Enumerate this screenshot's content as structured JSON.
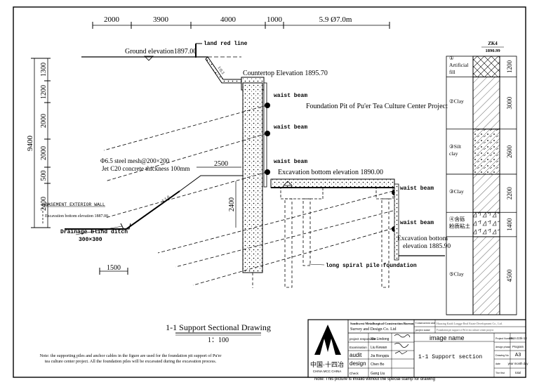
{
  "top_dimensions": [
    "2000",
    "3900",
    "4000",
    "1000",
    "5.9 Ø7.0m"
  ],
  "left_dimensions": [
    "1300",
    "1200",
    "2000",
    "2000",
    "500",
    "2400"
  ],
  "overall_height_dim": "9400",
  "labels": {
    "red_line": "land red line",
    "ground_elevation": "Ground elevation1897.00",
    "countertop_elevation": "Countertop Elevation 1895.70",
    "project_title": "Foundation Pit of Pu'er Tea Culture Center Project",
    "waist_beam": "waist beam",
    "mesh_line1": "Φ6.5 steel mesh@200×200",
    "mesh_line2": "Jet C20 concrete thickness 100mm",
    "dim_2500": "2500",
    "excavation_bottom_1890": "Excavation bottom elevation 1890.00",
    "dim_2400": "2400",
    "basement_wall": "BASEMENT EXTERIOR WALL",
    "excavation_bottom_1887": "Excavation bottom elevation 1887.00",
    "drainage_ditch": "Drainage blind ditch",
    "ditch_size": "300×300",
    "dim_1500": "1500",
    "excavation_bottom_1885_line1": "Excavation bottom",
    "excavation_bottom_1885_line2": "elevation 1885.90",
    "spiral_pile": "long spiral pile foundation",
    "slope_ratio": "1:0.3",
    "slope_ratio_2": "1:1.0"
  },
  "drawing_title": "1-1 Support Sectional Drawing",
  "drawing_scale": "1：100",
  "note": "Note: the supporting piles and anchor cables in the figure are used for the foundation pit support of Pu'er tea culture center project. All the foundation piles will be excavated during the excavation process.",
  "borehole": {
    "id": "ZK4",
    "elevation": "1890.99",
    "layers": [
      {
        "name": "① Artificial fill",
        "thickness": "1200",
        "hatch": "cross"
      },
      {
        "name": "②Clay",
        "thickness": "3000",
        "hatch": "diag"
      },
      {
        "name": "③Silt clay",
        "thickness": "2600",
        "hatch": "dots"
      },
      {
        "name": "③Clay",
        "thickness": "2200",
        "hatch": "diag"
      },
      {
        "name": "④含砾 粉质粘土",
        "thickness": "1400",
        "hatch": "tri"
      },
      {
        "name": "⑤Clay",
        "thickness": "4500",
        "hatch": "diag"
      }
    ]
  },
  "title_block": {
    "org_line1": "Southwest Metallurgical Construction Bureau",
    "org_line2": "Survey and Design Co. Ltd",
    "construction_unit_label": "Construction unit",
    "construction_unit_value": "Huaxing Kaidi Longge Real Estate Development Co., Ltd.",
    "project_name_label": "project name",
    "project_name_value": "Foundation pit support of Pu'er tea culture center project",
    "logo_cn": "中国·十四冶",
    "logo_en": "CHINA MCC CHINA",
    "rows": [
      {
        "role": "project responsible",
        "name": "Xie Lindong"
      },
      {
        "role": "Examination",
        "name": "Liu Kewan"
      },
      {
        "role": "audit",
        "name": "Jia Rongqiu"
      },
      {
        "role": "design",
        "name": "Chen Bo"
      },
      {
        "role": "Check",
        "name": "Gang Liu"
      }
    ],
    "image_name_label": "image name",
    "image_name_value": "1-1 Support section",
    "right_rows": [
      {
        "label": "Project Number",
        "value": "2014-zzzk-13"
      },
      {
        "label": "design phase",
        "value": "Program"
      },
      {
        "label": "Drawing No",
        "value": "A3"
      },
      {
        "label": "date",
        "value": "year month day"
      },
      {
        "label": "The first",
        "value": "total"
      }
    ]
  },
  "bottom_note": "Note: This picture is invalid without the special stamp for drawing"
}
